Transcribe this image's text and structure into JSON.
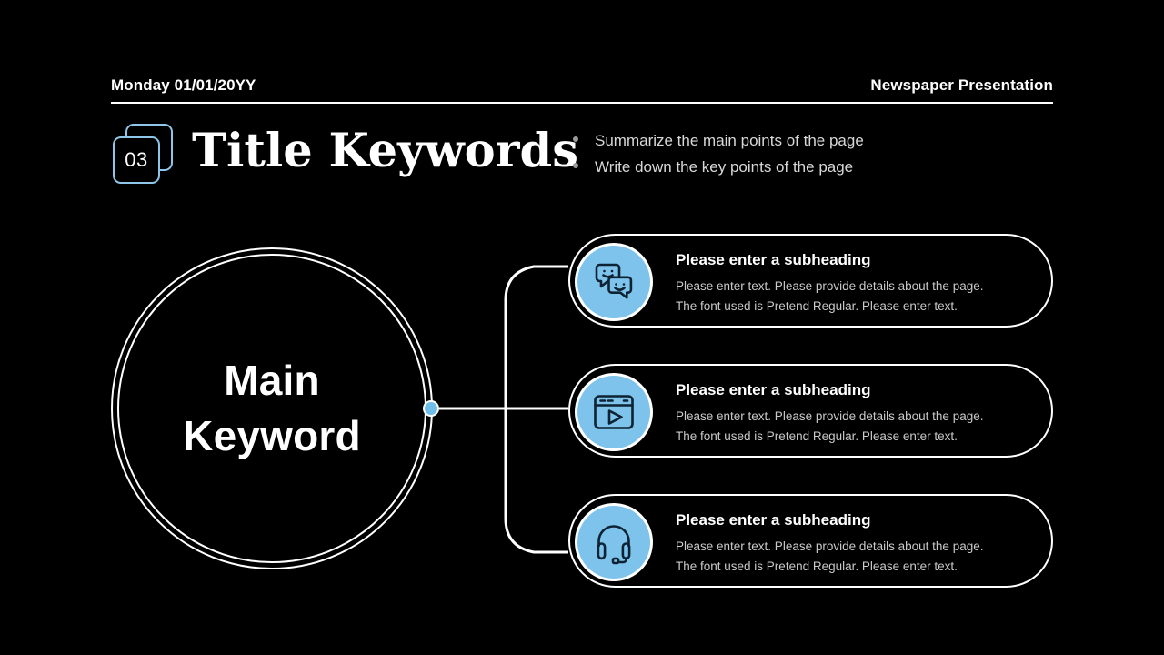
{
  "colors": {
    "background": "#000000",
    "accent_blue": "#7dc3eb",
    "badge_border": "#8ec6ea",
    "text_primary": "#ffffff",
    "text_secondary": "#c9c9c9",
    "bullet_dot": "#9a9a9a",
    "hub_dot": "#6fbde8"
  },
  "header": {
    "date": "Monday 01/01/20YY",
    "presentation_title": "Newspaper Presentation"
  },
  "title_block": {
    "badge_number": "03",
    "title": "Title Keywords",
    "bullets": [
      "Summarize the main points of the page",
      "Write down the key points of the page"
    ]
  },
  "diagram": {
    "center": {
      "line1": "Main",
      "line2": "Keyword"
    },
    "cards": [
      {
        "icon": "chat-bubbles-icon",
        "subheading": "Please enter a subheading",
        "line1": "Please enter text. Please provide details about the page.",
        "line2": "The font used is Pretend Regular. Please enter text."
      },
      {
        "icon": "video-player-window-icon",
        "subheading": "Please enter a subheading",
        "line1": "Please enter text. Please provide details about the page.",
        "line2": "The font used is Pretend Regular. Please enter text."
      },
      {
        "icon": "headset-icon",
        "subheading": "Please enter a subheading",
        "line1": "Please enter text. Please provide details about the page.",
        "line2": "The font used is Pretend Regular. Please enter text."
      }
    ]
  }
}
